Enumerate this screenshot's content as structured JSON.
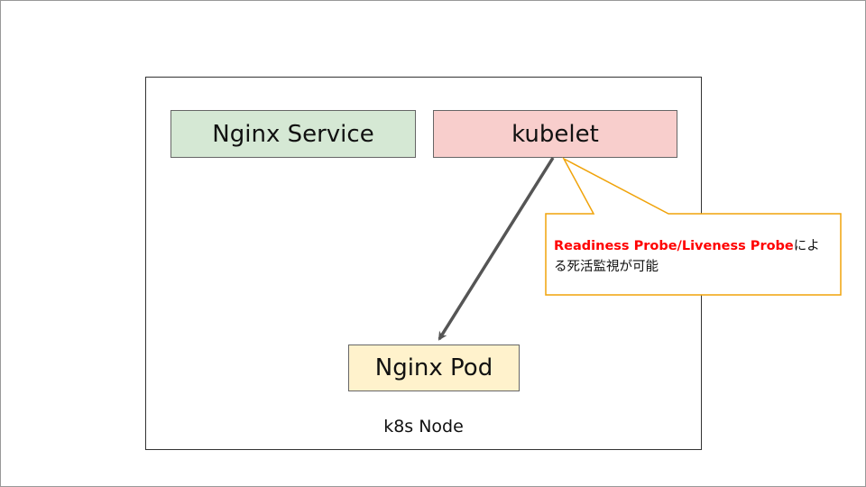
{
  "diagram": {
    "node_label": "k8s Node",
    "boxes": {
      "service": "Nginx Service",
      "kubelet": "kubelet",
      "pod": "Nginx Pod"
    },
    "callout": {
      "highlight": "Readiness Probe/Liveness Probe",
      "text_line1_rest": "によ",
      "text_line2": "る死活監視が可能"
    },
    "colors": {
      "service_fill": "#d5e8d4",
      "kubelet_fill": "#f8cecc",
      "pod_fill": "#fff2cc",
      "callout_border": "#f0a30a",
      "highlight_text": "#ff0000",
      "arrow": "#555555"
    }
  }
}
